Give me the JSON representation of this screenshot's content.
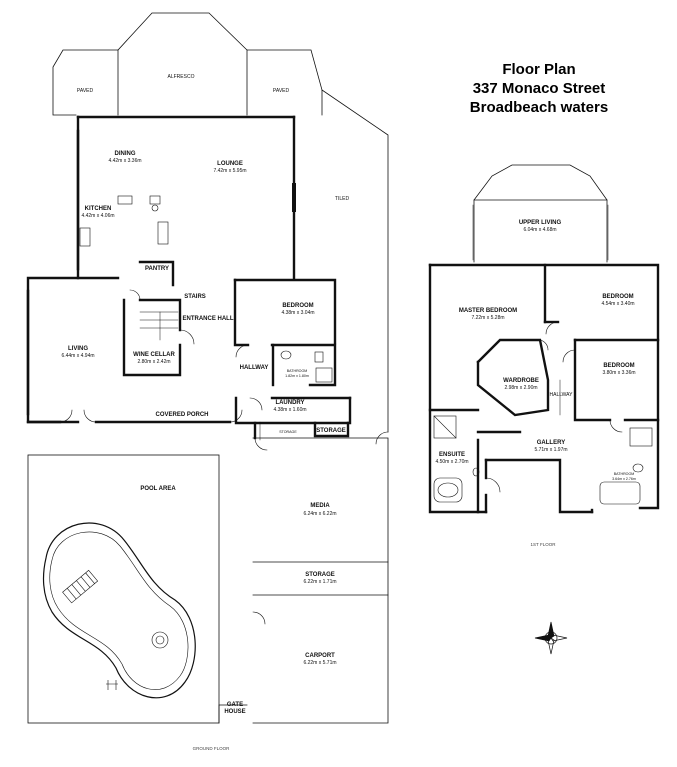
{
  "title": {
    "line1": "Floor Plan",
    "line2": "337 Monaco Street",
    "line3": "Broadbeach waters"
  },
  "ground_floor": {
    "label": "GROUND FLOOR",
    "rooms": {
      "paved_left": "PAVED",
      "alfresco": "ALFRESCO",
      "paved_right": "PAVED",
      "dining": {
        "name": "DINING",
        "dim": "4.42m x 3.36m"
      },
      "lounge": {
        "name": "LOUNGE",
        "dim": "7.42m x 5.95m"
      },
      "tiled": "TILED",
      "kitchen": {
        "name": "KITCHEN",
        "dim": "4.42m x 4.06m"
      },
      "pantry": "PANTRY",
      "stairs": "STAIRS",
      "bedroom": {
        "name": "BEDROOM",
        "dim": "4.38m x 3.04m"
      },
      "entrance_hall": "ENTRANCE HALL",
      "living": {
        "name": "LIVING",
        "dim": "6.44m x 4.94m"
      },
      "wine_cellar": {
        "name": "WINE CELLAR",
        "dim": "2.80m x 2.42m"
      },
      "hallway": "HALLWAY",
      "bathroom": {
        "name": "BATHROOM",
        "dim": "1.82m x 1.80m"
      },
      "laundry": {
        "name": "LAUNDRY",
        "dim": "4.38m x 1.60m"
      },
      "covered_porch": "COVERED PORCH",
      "storage_small": "STORAGE",
      "storage_box": "STORAGE",
      "pool_area": "POOL AREA",
      "media": {
        "name": "MEDIA",
        "dim": "6.24m x 6.22m"
      },
      "storage": {
        "name": "STORAGE",
        "dim": "6.22m x 1.71m"
      },
      "carport": {
        "name": "CARPORT",
        "dim": "6.22m x 5.71m"
      },
      "gate_house": {
        "line1": "GATE",
        "line2": "HOUSE"
      }
    }
  },
  "first_floor": {
    "label": "1ST FLOOR",
    "rooms": {
      "upper_living": {
        "name": "UPPER LIVING",
        "dim": "6.04m x 4.68m"
      },
      "master_bedroom": {
        "name": "MASTER BEDROOM",
        "dim": "7.22m x 5.28m"
      },
      "bedroom_1": {
        "name": "BEDROOM",
        "dim": "4.54m x 3.40m"
      },
      "bedroom_2": {
        "name": "BEDROOM",
        "dim": "3.80m x 3.36m"
      },
      "wardrobe": {
        "name": "WARDROBE",
        "dim": "2.98m x 2.90m"
      },
      "hallway": "HALLWAY",
      "ensuite": {
        "name": "ENSUITE",
        "dim": "4.50m x 2.70m"
      },
      "gallery": {
        "name": "GALLERY",
        "dim": "5.71m x 1.97m"
      },
      "bathroom": {
        "name": "BATHROOM",
        "dim": "3.64m x 2.76m"
      }
    }
  }
}
